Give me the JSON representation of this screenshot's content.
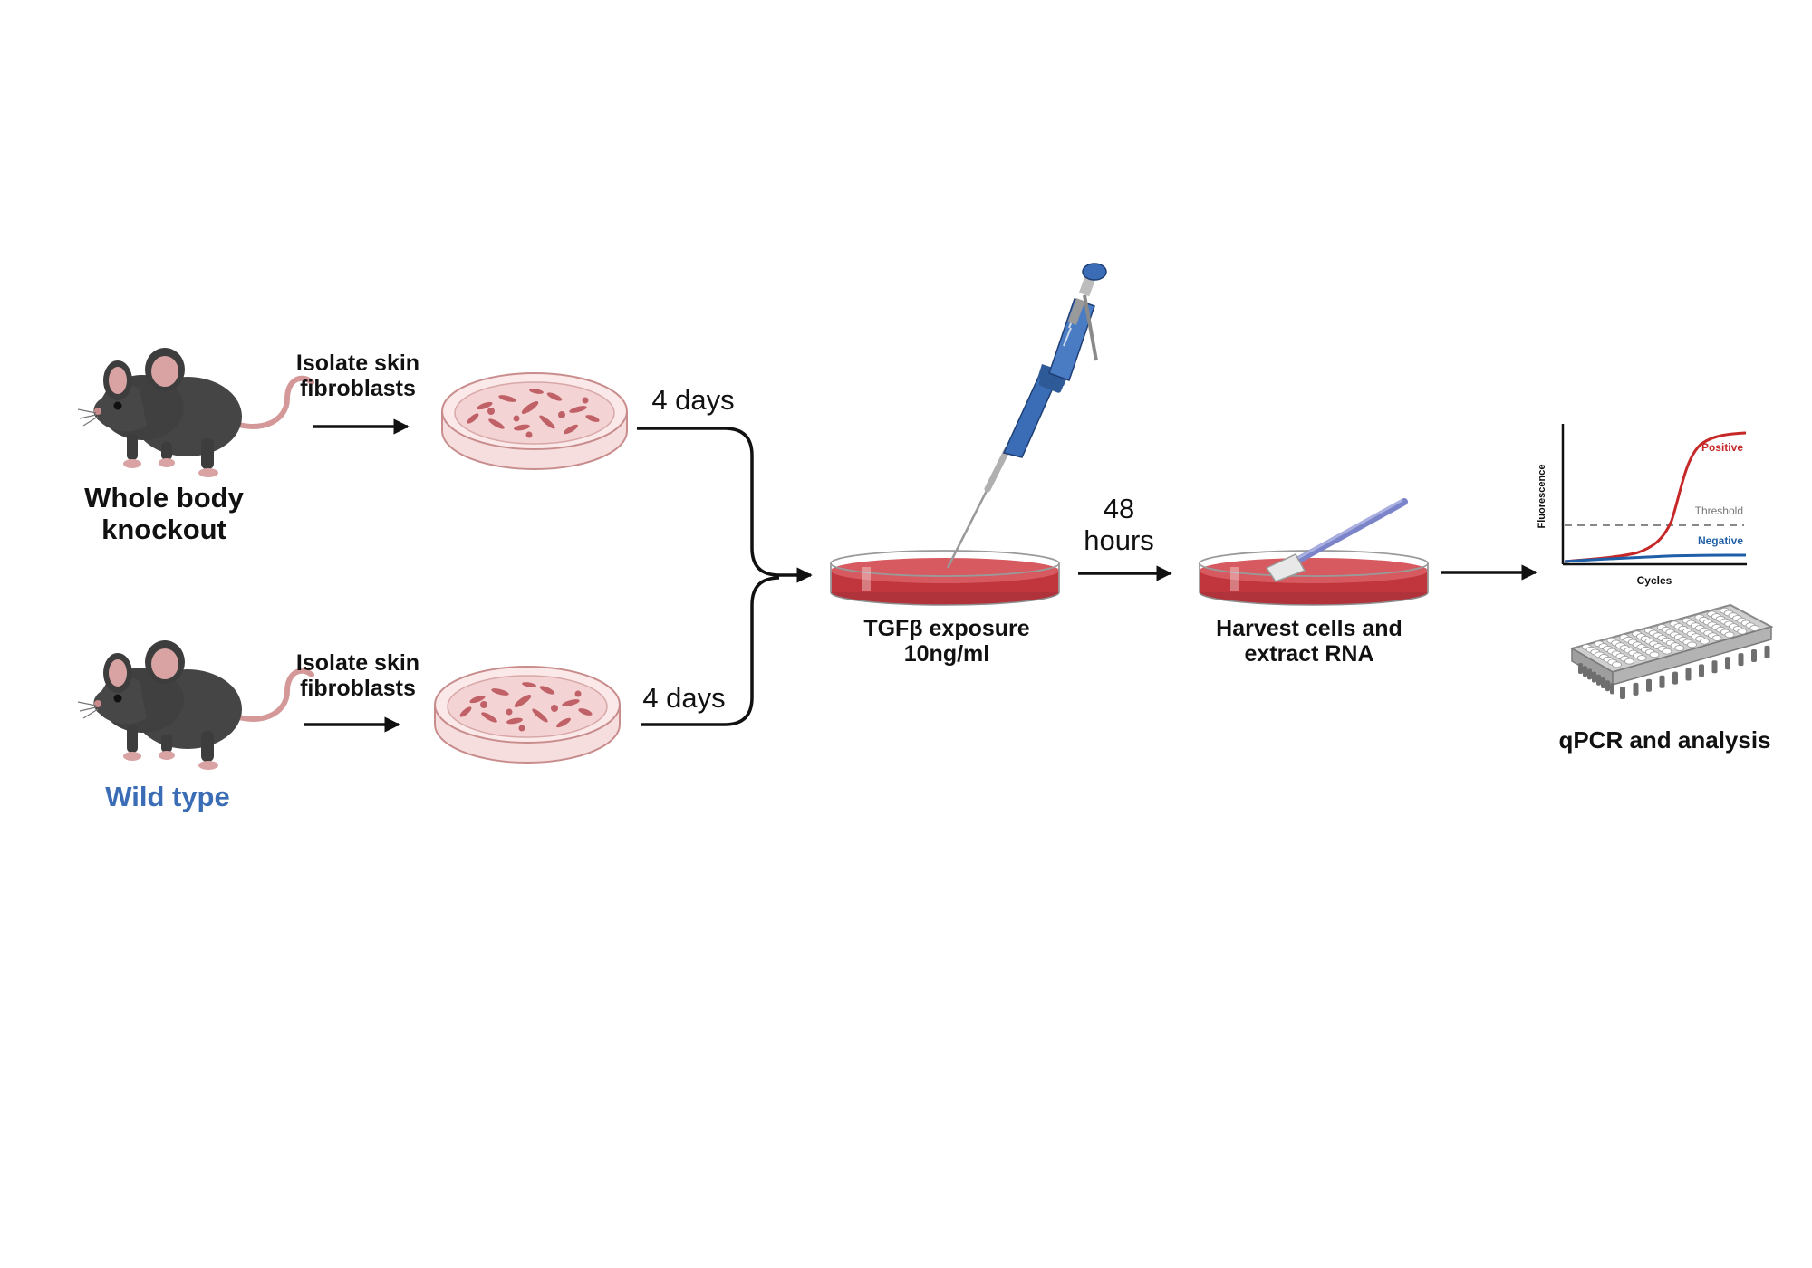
{
  "labels": {
    "knockout": "Whole body\nknockout",
    "wild_type": "Wild type",
    "isolate_top": "Isolate skin\nfibroblasts",
    "isolate_bottom": "Isolate skin\nfibroblasts",
    "days_top": "4 days",
    "days_bottom": "4 days",
    "tgf": "TGFβ exposure\n10ng/ml",
    "hours": "48\nhours",
    "harvest": "Harvest cells and\nextract RNA",
    "qpcr": "qPCR and analysis"
  },
  "qpcr_graph": {
    "y_label": "Fluorescence",
    "x_label": "Cycles",
    "positive": "Positive",
    "threshold": "Threshold",
    "negative": "Negative"
  },
  "colors": {
    "wild_type_text": "#3a6db5",
    "positive_curve": "#c62828",
    "negative_curve": "#1f5fa8",
    "threshold_line": "#888888",
    "mouse_body": "#454545",
    "mouse_ear": "#d9a3a3",
    "dish_rim": "#f3cfcf",
    "culture_medium": "#c0363c",
    "pipette_blue": "#3a6db5"
  },
  "icons": [
    "mouse-icon",
    "petri-dish-icon",
    "pipette-icon",
    "cell-scraper-icon",
    "qpcr-plate-icon",
    "arrow-icon"
  ]
}
